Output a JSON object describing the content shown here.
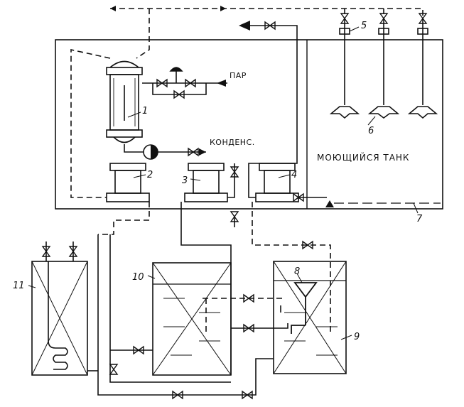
{
  "labels": {
    "steam": "ПАР",
    "condensate": "КОНДЕНС.",
    "washing_tank": "МОЮЩИЙСЯ ТАНК"
  },
  "numbers": {
    "n1": "1",
    "n2": "2",
    "n3": "3",
    "n4": "4",
    "n5": "5",
    "n6": "6",
    "n7": "7",
    "n8": "8",
    "n9": "9",
    "n10": "10",
    "n11": "11"
  }
}
